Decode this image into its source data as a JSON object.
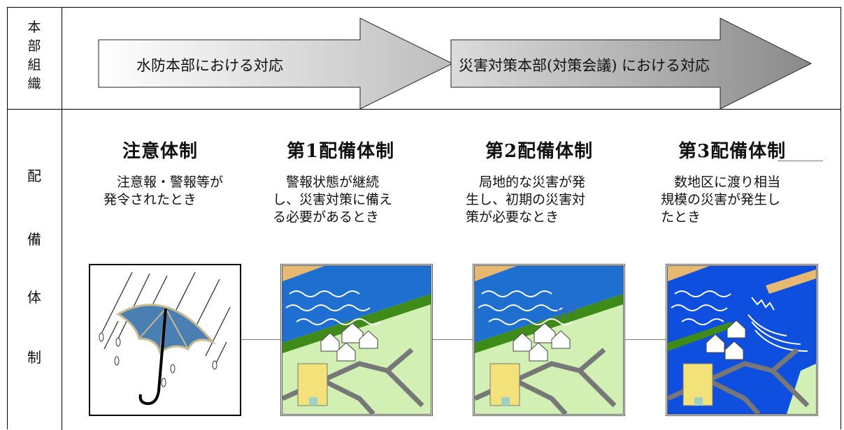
{
  "side_labels": {
    "top": [
      "本",
      "部",
      "組",
      "織"
    ],
    "bottom": [
      "配",
      "備",
      "体",
      "制"
    ]
  },
  "arrows": [
    {
      "label": "水防本部における対応"
    },
    {
      "label": "災害対策本部(対策会議) における対応"
    }
  ],
  "stages": [
    {
      "title": "注意体制",
      "lines": [
        "注意報・警報等が",
        "発令されたとき"
      ],
      "icon": "umbrella-rain-icon"
    },
    {
      "title": "第1配備体制",
      "lines": [
        "警報状態が継続",
        "し、災害対策に備え",
        "る必要があるとき"
      ],
      "icon": "river-town-icon"
    },
    {
      "title": "第2配備体制",
      "lines": [
        "局地的な災害が発",
        "生し、初期の災害対",
        "策が必要なとき"
      ],
      "icon": "river-breach-icon"
    },
    {
      "title": "第3配備体制",
      "lines": [
        "数地区に渡り相当",
        "規模の災害が発生し",
        "たとき"
      ],
      "icon": "flooded-town-icon"
    }
  ],
  "colors": {
    "river": "#1e6fd0",
    "bank": "#3f8b1a",
    "land": "#d3f0b4",
    "flood": "#0e4fe0",
    "umbrella": "#4a7fb3"
  }
}
